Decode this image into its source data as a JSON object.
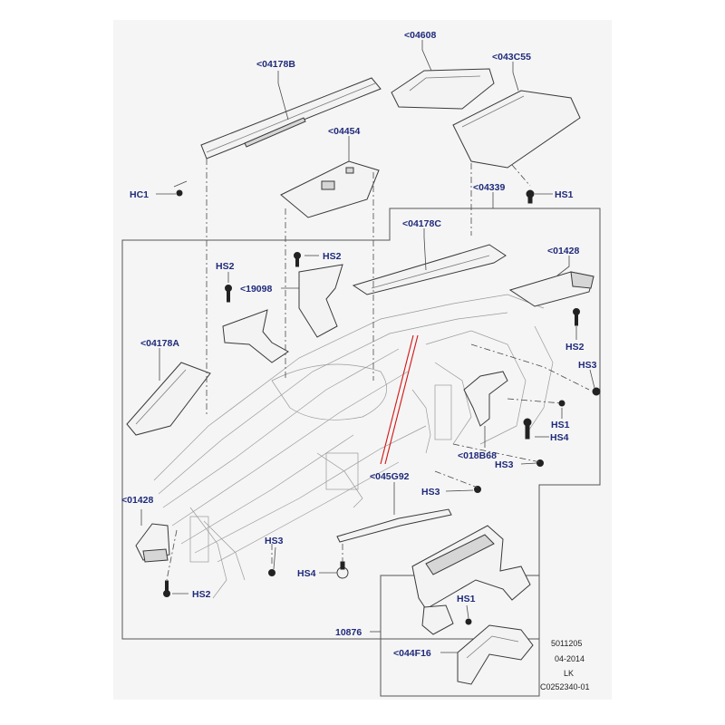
{
  "labels": {
    "p04178B": "<04178B",
    "p04608": "<04608",
    "p043C55": "<043C55",
    "p04454": "<04454",
    "hc1": "HC1",
    "hs1_top": "HS1",
    "p04339": "<04339",
    "p04178C": "<04178C",
    "hs2_top": "HS2",
    "p01428_right": "<01428",
    "hs2_left": "HS2",
    "p19098": "<19098",
    "hs2_right": "HS2",
    "p04178A": "<04178A",
    "hs3_right": "HS3",
    "hs1_mid": "HS1",
    "hs4_right": "HS4",
    "p018B68": "<018B68",
    "hs3_mid": "HS3",
    "p045G92": "<045G92",
    "hs3_center": "HS3",
    "p01428_left": "<01428",
    "hs3_left": "HS3",
    "hs4_bottom": "HS4",
    "hs2_bottom": "HS2",
    "hs1_bottom": "HS1",
    "p10876": "10876",
    "p044F16": "<044F16"
  },
  "reference": {
    "line1": "5011205",
    "line2": "04-2014",
    "line3": "LK",
    "line4": "C0252340-01"
  },
  "colors": {
    "label": "#1f2a7a",
    "highlight_line": "#d41414",
    "panel_background": "#f5f5f5"
  }
}
